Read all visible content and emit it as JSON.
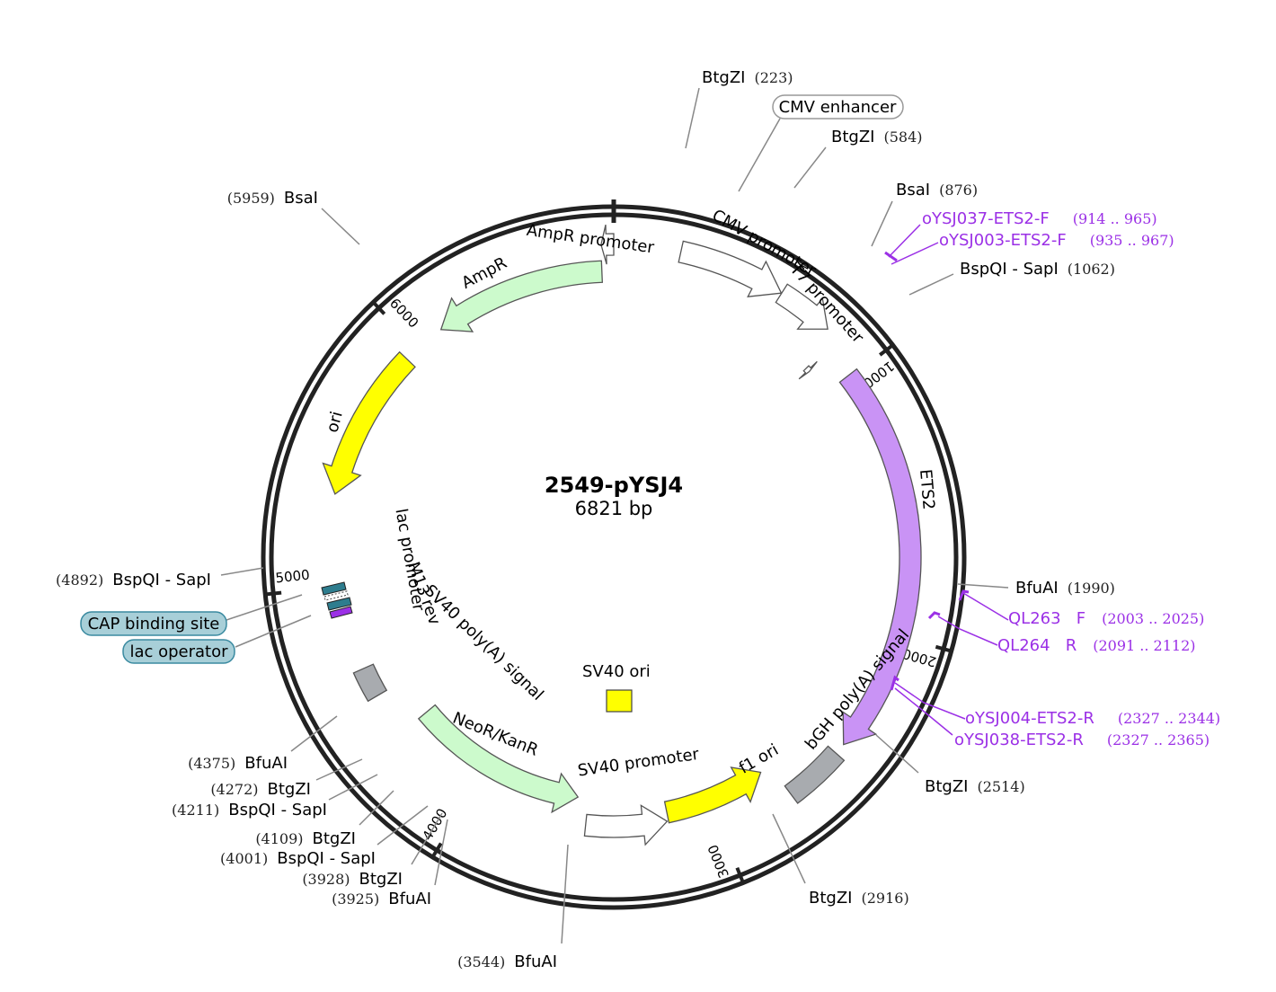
{
  "plasmid": {
    "name": "2549-pYSJ4",
    "size_text": "6821 bp",
    "length": 6821
  },
  "colors": {
    "backbone": "#222222",
    "primer": "#9b30e6",
    "leader": "#888888",
    "bubble_fill": "#a8cfd8",
    "bubble_stroke": "#3a8aa0"
  },
  "ticks": [
    {
      "bp": 1000,
      "label": "1000"
    },
    {
      "bp": 2000,
      "label": "2000"
    },
    {
      "bp": 3000,
      "label": "3000"
    },
    {
      "bp": 4000,
      "label": "4000"
    },
    {
      "bp": 5000,
      "label": "5000"
    },
    {
      "bp": 6000,
      "label": "6000"
    }
  ],
  "features": [
    {
      "name": "CMV enhancer",
      "start": 235,
      "end": 614,
      "strand": 1,
      "color": "#ffffff"
    },
    {
      "name": "CMV promoter",
      "start": 615,
      "end": 818,
      "strand": 1,
      "color": "#ffffff"
    },
    {
      "name": "T7 promoter",
      "start": 863,
      "end": 881,
      "strand": 1,
      "color": "#ffffff"
    },
    {
      "name": "ETS2",
      "start": 990,
      "end": 2448,
      "strand": 1,
      "color": "#c993f5"
    },
    {
      "name": "bGH poly(A) signal",
      "start": 2490,
      "end": 2714,
      "strand": 0,
      "color": "#a8abaf"
    },
    {
      "name": "f1 ori",
      "start": 2760,
      "end": 3188,
      "strand": -1,
      "color": "#ffff00"
    },
    {
      "name": "SV40 promoter",
      "start": 3194,
      "end": 3524,
      "strand": -1,
      "color": "#ffffff"
    },
    {
      "name": "SV40 ori",
      "start": 3375,
      "end": 3510,
      "strand": 0,
      "color": "#ffff00"
    },
    {
      "name": "NeoR/KanR",
      "start": 3571,
      "end": 4365,
      "strand": -1,
      "color": "#ccfacc"
    },
    {
      "name": "SV40 poly(A) signal",
      "start": 4540,
      "end": 4661,
      "strand": 0,
      "color": "#a8abaf"
    },
    {
      "name": "ori",
      "start": 5357,
      "end": 5945,
      "strand": -1,
      "color": "#ffff00"
    },
    {
      "name": "AmpR",
      "start": 6116,
      "end": 6776,
      "strand": -1,
      "color": "#ccfacc"
    },
    {
      "name": "AmpR promoter",
      "start": 6777,
      "end": 6821,
      "strand": -1,
      "color": "#ffffff"
    }
  ],
  "small_features": [
    "lac promoter",
    "M13 rev",
    "CAP binding site",
    "lac operator"
  ],
  "bubbles": [
    {
      "name": "CMV enhancer"
    },
    {
      "name": "CAP binding site"
    },
    {
      "name": "lac operator"
    }
  ],
  "sites": [
    {
      "name": "BtgZI",
      "pos": "(223)"
    },
    {
      "name": "BtgZI",
      "pos": "(584)"
    },
    {
      "name": "BsaI",
      "pos": "(876)"
    },
    {
      "name": "BspQI - SapI",
      "pos": "(1062)"
    },
    {
      "name": "BfuAI",
      "pos": "(1990)"
    },
    {
      "name": "BtgZI",
      "pos": "(2514)"
    },
    {
      "name": "BtgZI",
      "pos": "(2916)"
    },
    {
      "name": "BfuAI",
      "pos": "(3544)"
    },
    {
      "name": "BfuAI",
      "pos": "(3925)"
    },
    {
      "name": "BtgZI",
      "pos": "(3928)"
    },
    {
      "name": "BspQI - SapI",
      "pos": "(4001)"
    },
    {
      "name": "BtgZI",
      "pos": "(4109)"
    },
    {
      "name": "BspQI - SapI",
      "pos": "(4211)"
    },
    {
      "name": "BtgZI",
      "pos": "(4272)"
    },
    {
      "name": "BfuAI",
      "pos": "(4375)"
    },
    {
      "name": "BspQI - SapI",
      "pos": "(4892)"
    },
    {
      "name": "BsaI",
      "pos": "(5959)"
    }
  ],
  "primers": [
    {
      "name": "oYSJ037-ETS2-F",
      "pos": "(914 .. 965)"
    },
    {
      "name": "oYSJ003-ETS2-F",
      "pos": "(935 .. 967)"
    },
    {
      "name": "QL263   F",
      "pos": "(2003 .. 2025)"
    },
    {
      "name": "QL264   R",
      "pos": "(2091 .. 2112)"
    },
    {
      "name": "oYSJ004-ETS2-R",
      "pos": "(2327 .. 2344)"
    },
    {
      "name": "oYSJ038-ETS2-R",
      "pos": "(2327 .. 2365)"
    }
  ]
}
